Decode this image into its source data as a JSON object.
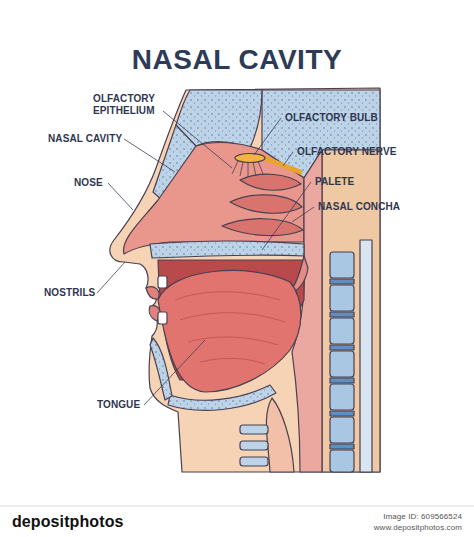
{
  "diagram": {
    "title": "NASAL CAVITY",
    "labels": [
      "OLFACTORY EPITHELIUM",
      "NASAL CAVITY",
      "NOSE",
      "NOSTRILS",
      "TONGUE",
      "OLFACTORY BULB",
      "OLFACTORY NERVE",
      "PALETE",
      "NASAL CONCHA",
      "depositphotos",
      "Image ID: 609566524",
      "www.depositphotos.com"
    ]
  }
}
